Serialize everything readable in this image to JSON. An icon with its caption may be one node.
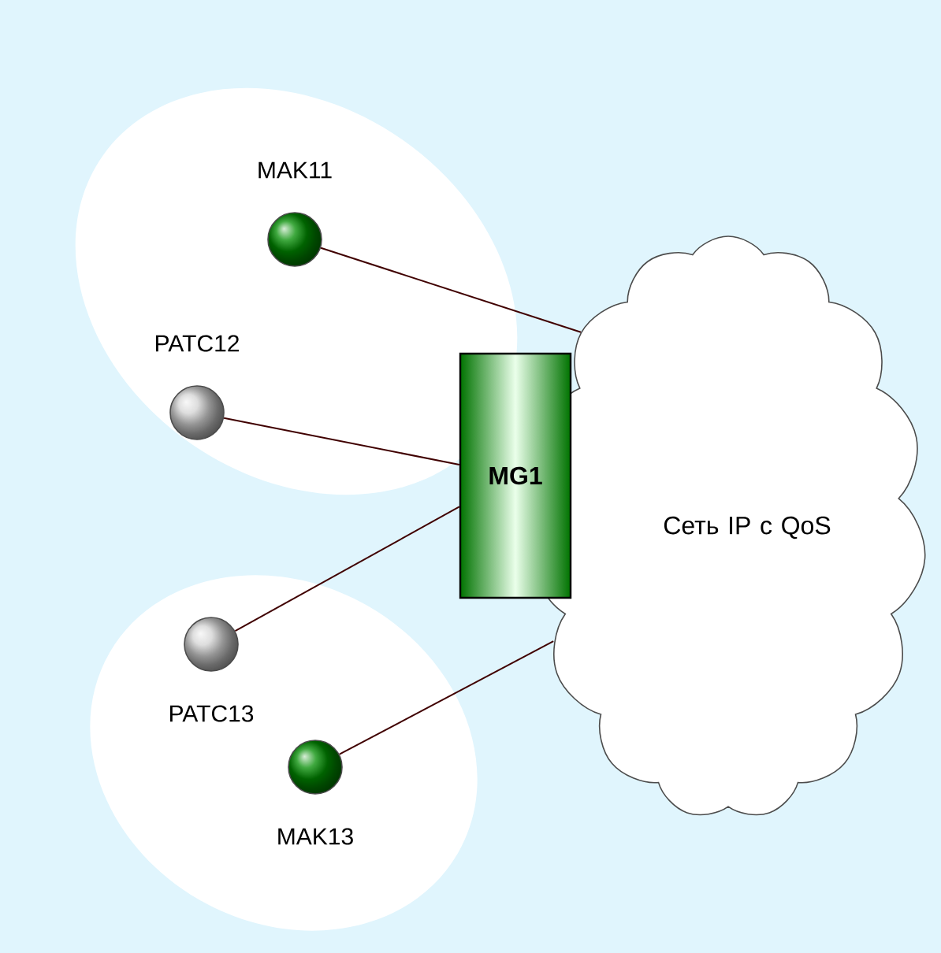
{
  "diagram": {
    "nodes": [
      {
        "text": [],
        "shape": "ellipse"
      },
      {
        "text": [
          "MAK11"
        ],
        "in": 0
      },
      {
        "text": [
          "PATC12"
        ],
        "in": 0
      },
      {
        "text": [],
        "shape": "ellipse"
      },
      {
        "text": [
          "PATC13"
        ],
        "in": 3
      },
      {
        "text": [
          "MAK13"
        ],
        "in": 3
      },
      {
        "text": [
          "Сеть IP с QoS"
        ]
      },
      {
        "text": [
          "MG1"
        ]
      }
    ],
    "edges": [
      {
        "from": 1,
        "to": 6,
        "arrow": "none"
      },
      {
        "from": 2,
        "to": 7,
        "arrow": "none"
      },
      {
        "from": 4,
        "to": 7,
        "arrow": "none"
      },
      {
        "from": 5,
        "to": 6,
        "arrow": "none"
      }
    ]
  }
}
